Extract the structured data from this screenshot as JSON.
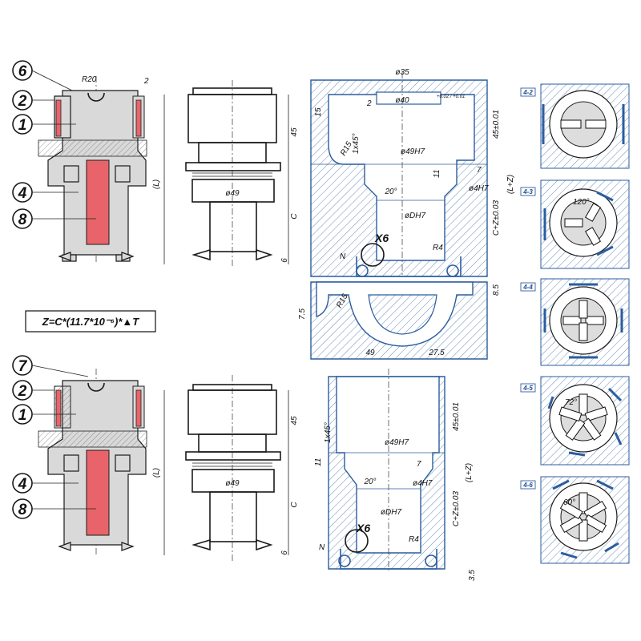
{
  "callouts": {
    "top": [
      "6",
      "2",
      "1",
      "4",
      "8"
    ],
    "bottom": [
      "7",
      "2",
      "1",
      "4",
      "8"
    ]
  },
  "formula": "Z=C*(11.7*10⁻⁶)*▲T",
  "dims": {
    "r20": "R20",
    "two": "2",
    "l": "(L)",
    "d49": "ø49",
    "c": "C",
    "six": "6",
    "fortyfive": "45",
    "d35": "ø35",
    "d40": "ø40",
    "d40tol": "+0.02 / +0.01",
    "fifteen": "15",
    "r15": "R15",
    "chamfer": "1x45°",
    "d49h7": "ø49H7",
    "eleven": "11",
    "seven": "7",
    "d4h7": "ø4H7",
    "twenty": "20°",
    "ddh7": "øDH7",
    "x6": "X6",
    "r4": "R4",
    "n": "N",
    "fortyfivetol": "45±0.01",
    "lz": "(L+Z)",
    "cz": "C+Z±0.03",
    "eightfive": "8.5",
    "sevenfive": "7.5",
    "fortynine": "49",
    "twentysevenfive": "27.5",
    "threefive": "3.5",
    "a120": "120°",
    "a72": "72°",
    "a60": "60°"
  },
  "views": [
    "4-2",
    "4-3",
    "4-4",
    "4-5",
    "4-6"
  ],
  "colors": {
    "insert": "#e8646a",
    "body": "#d9d9d9",
    "blue": "#2b5d9e"
  }
}
